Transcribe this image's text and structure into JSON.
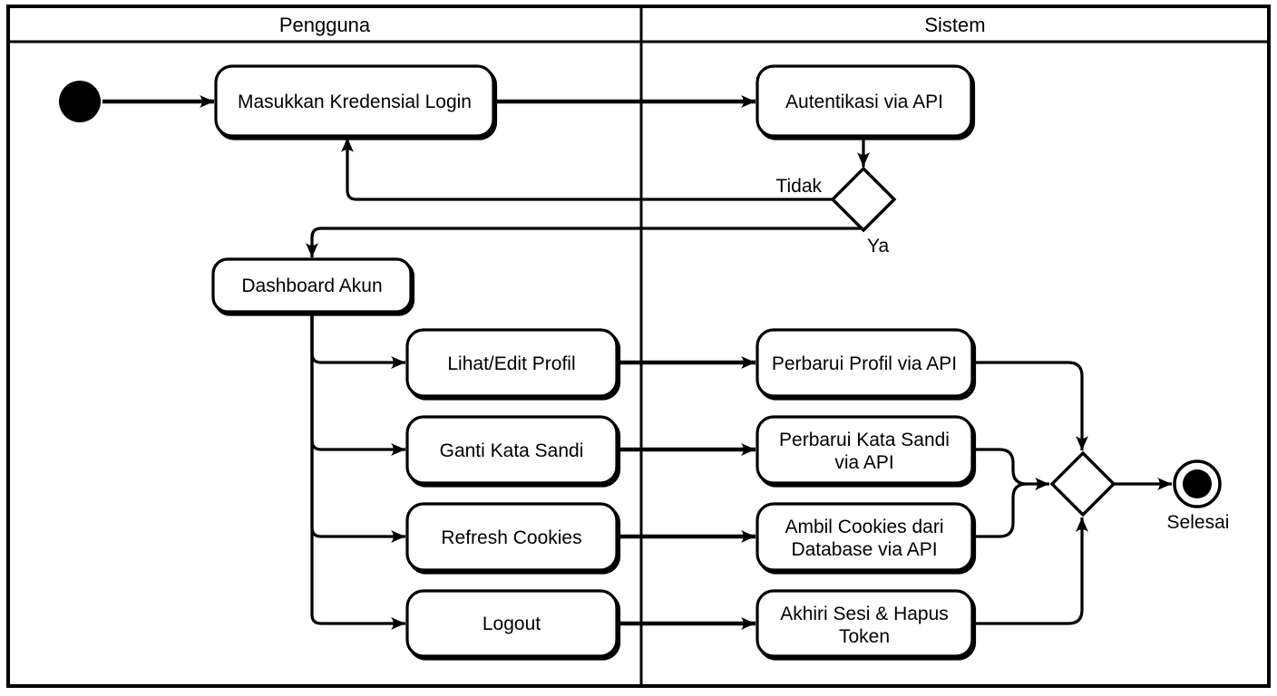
{
  "lanes": {
    "left": "Pengguna",
    "right": "Sistem"
  },
  "nodes": {
    "masukkan": {
      "label": "Masukkan Kredensial Login"
    },
    "autentikasi": {
      "label": "Autentikasi via API"
    },
    "dashboard": {
      "label": "Dashboard Akun"
    },
    "lihat": {
      "label": "Lihat/Edit Profil"
    },
    "ganti": {
      "label": "Ganti Kata Sandi"
    },
    "refresh": {
      "label": "Refresh Cookies"
    },
    "logout": {
      "label": "Logout"
    },
    "perbarui_profil": {
      "label": "Perbarui Profil via API"
    },
    "perbarui_sandi": {
      "line1": "Perbarui Kata Sandi",
      "line2": "via API"
    },
    "ambil_cookies": {
      "line1": "Ambil Cookies dari",
      "line2": "Database via API"
    },
    "akhiri": {
      "line1": "Akhiri Sesi & Hapus",
      "line2": "Token"
    }
  },
  "guards": {
    "no": "Tidak",
    "yes": "Ya"
  },
  "terminals": {
    "end_label": "Selesai"
  },
  "colors": {
    "stroke": "#000000",
    "fill": "#ffffff"
  }
}
